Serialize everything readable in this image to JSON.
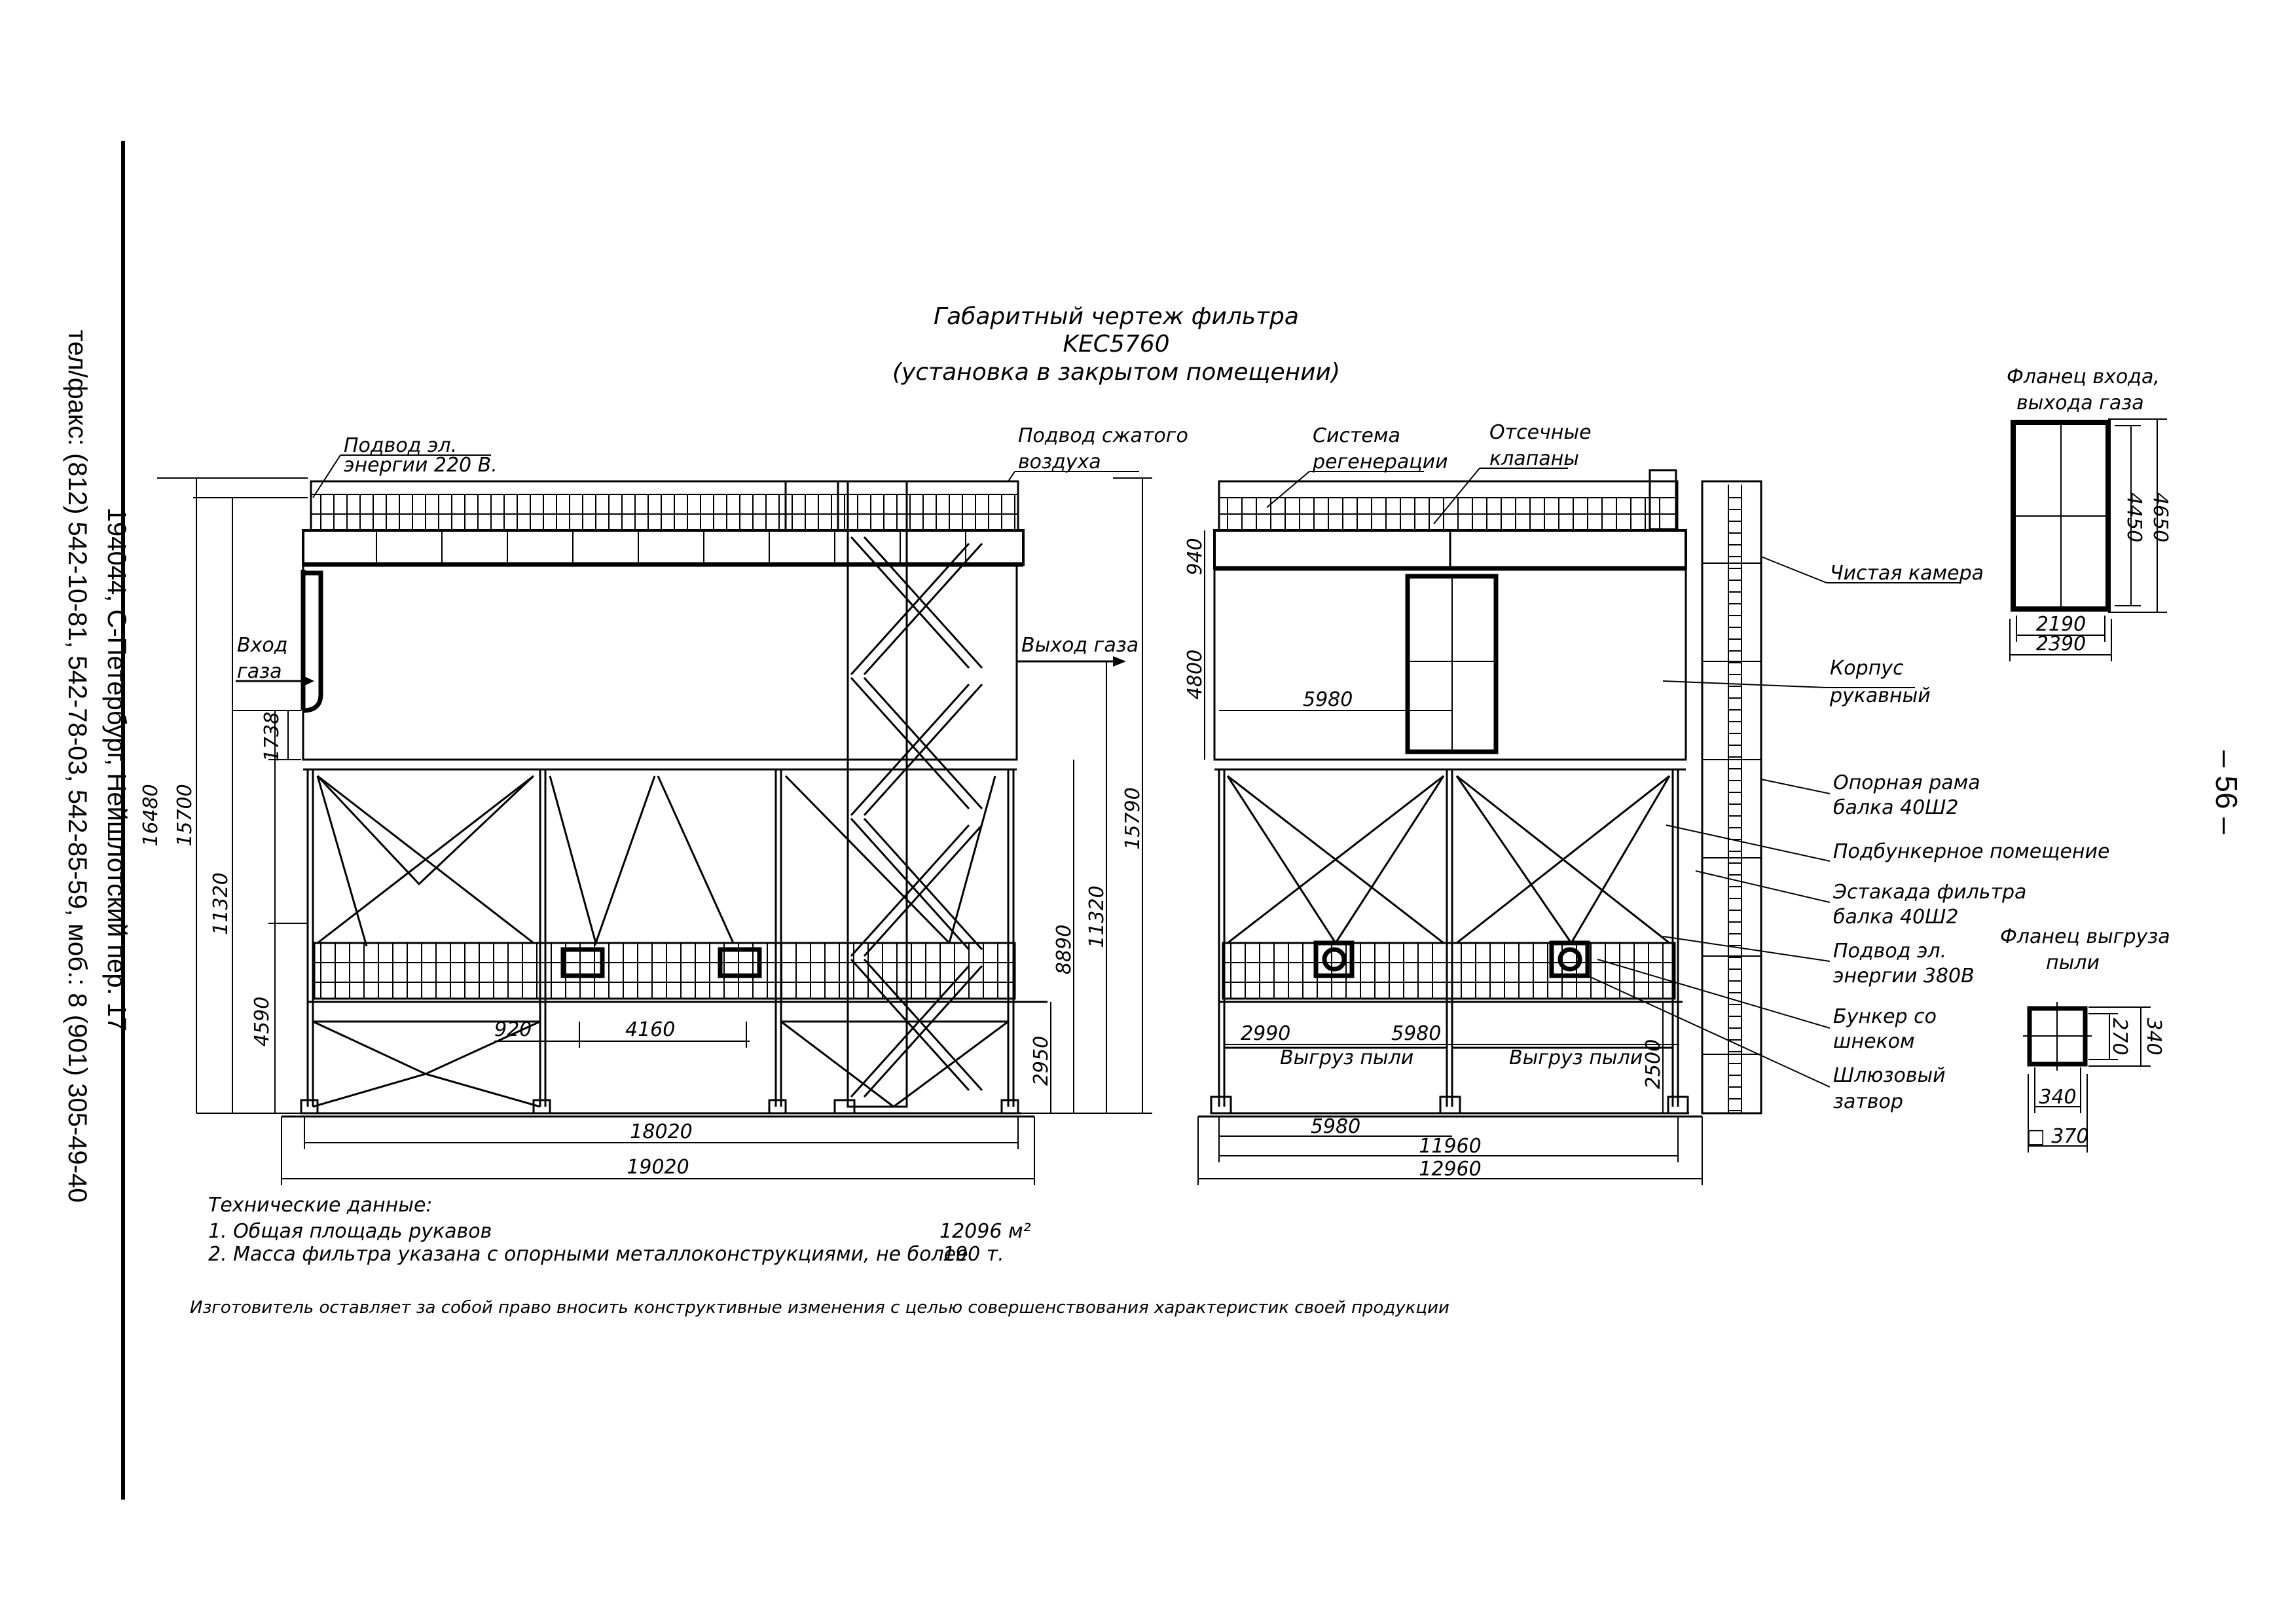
{
  "title": {
    "line1": "Габаритный чертеж фильтра",
    "line2": "KEC5760",
    "line3": "(установка в закрытом помещении)"
  },
  "contact": {
    "address": "194044, С-Петербург, Нейшлотский пер. 17",
    "phones": "тел/факс: (812) 542-10-81, 542-78-03, 542-85-59, моб.: 8 (901) 305-49-40"
  },
  "page_number": "– 56 –",
  "front_view": {
    "labels": {
      "power_220": "Подвод эл.",
      "power_220_b": "энергии  220 В.",
      "compressed_air": "Подвод сжатого",
      "compressed_air_b": "воздуха",
      "gas_in": "Вход",
      "gas_in_b": "газа",
      "gas_out": "Выход газа"
    },
    "dims": {
      "h16480": "16480",
      "h15700": "15700",
      "h11320": "11320",
      "h4590": "4590",
      "h1738": "1738",
      "h15790": "15790",
      "h11320r": "11320",
      "h8890": "8890",
      "h2950": "2950",
      "w920": "920",
      "w4160": "4160",
      "w18020": "18020",
      "w19020": "19020"
    }
  },
  "side_view": {
    "labels": {
      "regen": "Система",
      "regen_b": "регенерации",
      "valves": "Отсечные",
      "valves_b": "клапаны",
      "clean_chamber": "Чистая камера",
      "housing": "Корпус",
      "housing_b": "рукавный",
      "frame": "Опорная рама",
      "frame_b": "балка 40Ш2",
      "hopper_room": "Подбункерное помещение",
      "trestle": "Эстакада фильтра",
      "trestle_b": "балка 40Ш2",
      "power_380": "Подвод эл.",
      "power_380_b": "энергии 380В",
      "hopper": "Бункер со",
      "hopper_b": "шнеком",
      "gate": "Шлюзовый",
      "gate_b": "затвор",
      "dust_out1": "Выгруз пыли",
      "dust_out2": "Выгруз пыли"
    },
    "dims": {
      "h940": "940",
      "h4800": "4800",
      "w5980a": "5980",
      "w2990": "2990",
      "w5980b": "5980",
      "h2500": "2500",
      "w5980c": "5980",
      "w11960": "11960",
      "w12960": "12960"
    }
  },
  "flange_gas": {
    "title": "Фланец входа,",
    "title_b": "выхода газа",
    "h4450": "4450",
    "h4650": "4650",
    "w2190": "2190",
    "w2390": "2390"
  },
  "flange_dust": {
    "title": "Фланец выгруза",
    "title_b": "пыли",
    "h270": "270",
    "h340": "340",
    "w340": "340",
    "w370": "□ 370",
    "sq": "□"
  },
  "tech": {
    "heading": "Технические данные:",
    "item1": "1.  Общая площадь рукавов",
    "value1": "12096  м²",
    "item2": "2.  Масса фильтра указана с опорными металлоконструкциями, не более",
    "value2": "190  т."
  },
  "disclaimer": "Изготовитель оставляет за собой право вносить конструктивные изменения с целью совершенствования характеристик своей продукции"
}
